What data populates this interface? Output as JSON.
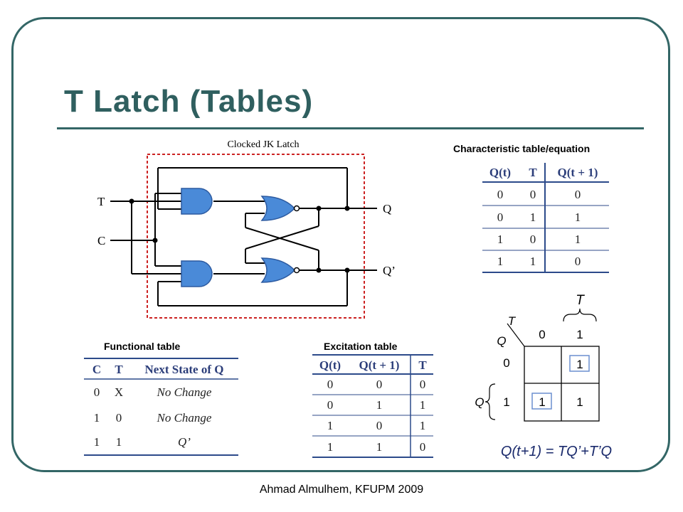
{
  "slide": {
    "title": "T Latch (Tables)",
    "footer": "Ahmad Almulhem, KFUPM 2009"
  },
  "circuit": {
    "title": "Clocked JK Latch",
    "input_t": "T",
    "input_c": "C",
    "output_q": "Q",
    "output_q_bar": "Q’"
  },
  "characteristic_table": {
    "caption": "Characteristic table/equation",
    "headers": [
      "Q(t)",
      "T",
      "Q(t + 1)"
    ],
    "rows": [
      [
        "0",
        "0",
        "0"
      ],
      [
        "0",
        "1",
        "1"
      ],
      [
        "1",
        "0",
        "1"
      ],
      [
        "1",
        "1",
        "0"
      ]
    ]
  },
  "functional_table": {
    "caption": "Functional table",
    "headers": [
      "C",
      "T",
      "Next State of Q"
    ],
    "rows": [
      [
        "0",
        "X",
        "No Change"
      ],
      [
        "1",
        "0",
        "No Change"
      ],
      [
        "1",
        "1",
        "Q’"
      ]
    ]
  },
  "excitation_table": {
    "caption": "Excitation table",
    "headers": [
      "Q(t)",
      "Q(t + 1)",
      "T"
    ],
    "rows": [
      [
        "0",
        "0",
        "0"
      ],
      [
        "0",
        "1",
        "1"
      ],
      [
        "1",
        "0",
        "1"
      ],
      [
        "1",
        "1",
        "0"
      ]
    ]
  },
  "kmap": {
    "col_var": "T",
    "row_var": "Q",
    "corner_col": "T",
    "corner_row": "Q",
    "col_headers": [
      "0",
      "1"
    ],
    "row_headers": [
      "0",
      "1"
    ],
    "row_brace_label": "Q",
    "cells": [
      [
        "",
        "1"
      ],
      [
        "1",
        "1"
      ]
    ],
    "equation": "Q(t+1) = TQ’+T’Q"
  }
}
